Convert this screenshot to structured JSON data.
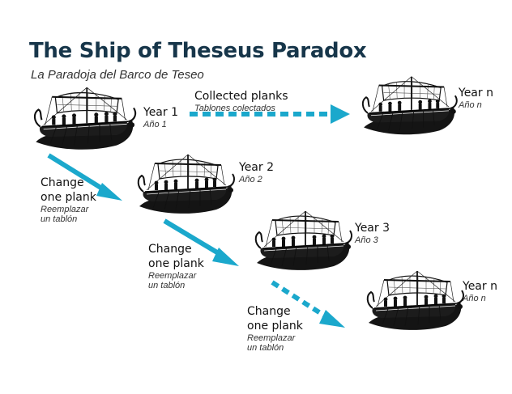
{
  "title": "The Ship of Theseus Paradox",
  "subtitle": "La Paradoja del Barco de Teseo",
  "colors": {
    "title": "#17364a",
    "arrow": "#1ba8cc",
    "ship": "#141414"
  },
  "collected": {
    "en": "Collected planks",
    "es": "Tablones colectados"
  },
  "years": [
    {
      "en": "Year 1",
      "es": "Año 1"
    },
    {
      "en": "Year 2",
      "es": "Año 2"
    },
    {
      "en": "Year 3",
      "es": "Año 3"
    },
    {
      "en": "Year n",
      "es": "Año n"
    },
    {
      "en": "Year n",
      "es": "Año n"
    }
  ],
  "change": [
    {
      "en1": "Change",
      "en2": "one plank",
      "es1": "Reemplazar",
      "es2": "un tablón"
    },
    {
      "en1": "Change",
      "en2": "one plank",
      "es1": "Reemplazar",
      "es2": "un tablón"
    },
    {
      "en1": "Change",
      "en2": "one plank",
      "es1": "Reemplazar",
      "es2": "un tablón"
    }
  ]
}
